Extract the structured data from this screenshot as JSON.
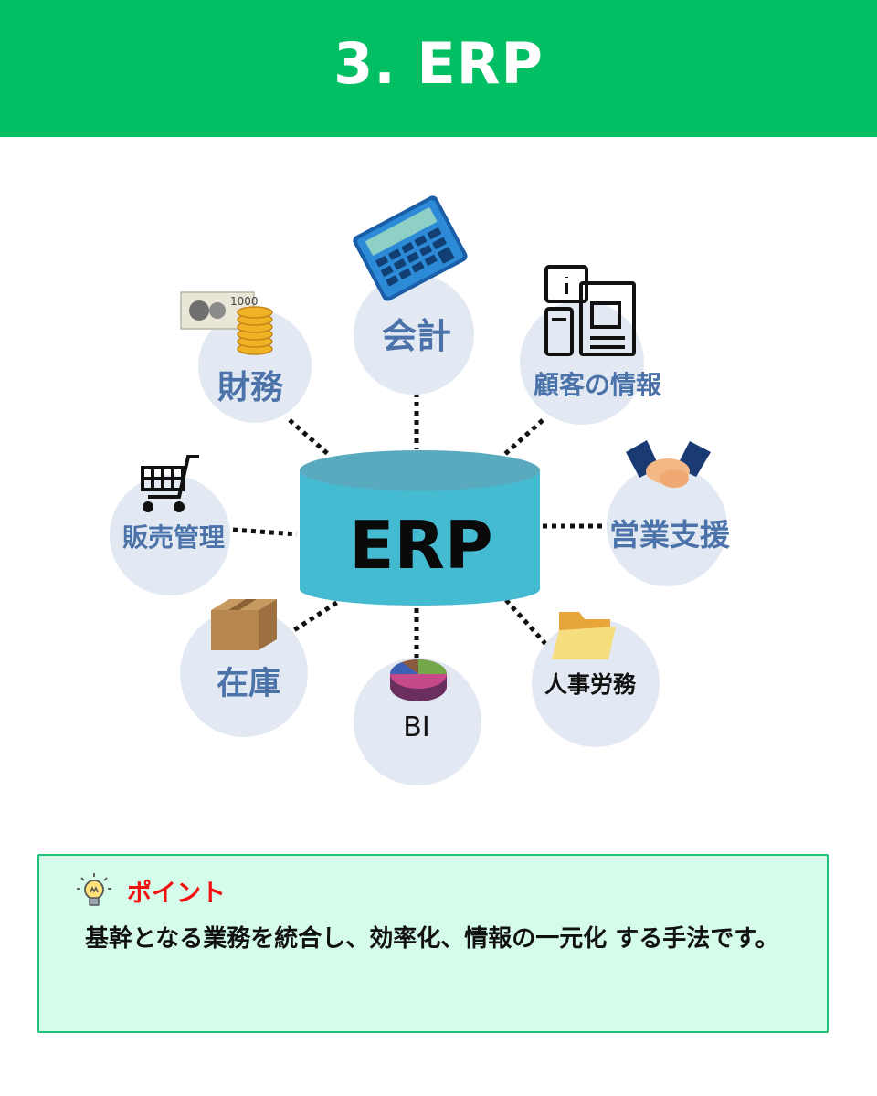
{
  "header": {
    "title": "3. ERP"
  },
  "diagram": {
    "center_label": "ERP",
    "nodes": {
      "accounting": "会計",
      "finance": "財務",
      "customer_info": "顧客の情報",
      "sales_support": "営業支援",
      "sales_management": "販売管理",
      "inventory": "在庫",
      "bi": "BI",
      "hr": "人事労務"
    },
    "banknote_text": "1000"
  },
  "point": {
    "title": "ポイント",
    "text": "基幹となる業務を統合し、効率化、情報の一元化 する手法です。",
    "icon": "lightbulb-icon"
  },
  "colors": {
    "header_bg": "#03bf64",
    "node_circle": "#e3e9f2",
    "node_label": "#4b72a9",
    "cylinder_body": "#44bbd0",
    "cylinder_top": "#5aaabf",
    "point_bg": "#d5fcea",
    "point_border": "#19c474",
    "point_title": "#f20f0f"
  }
}
